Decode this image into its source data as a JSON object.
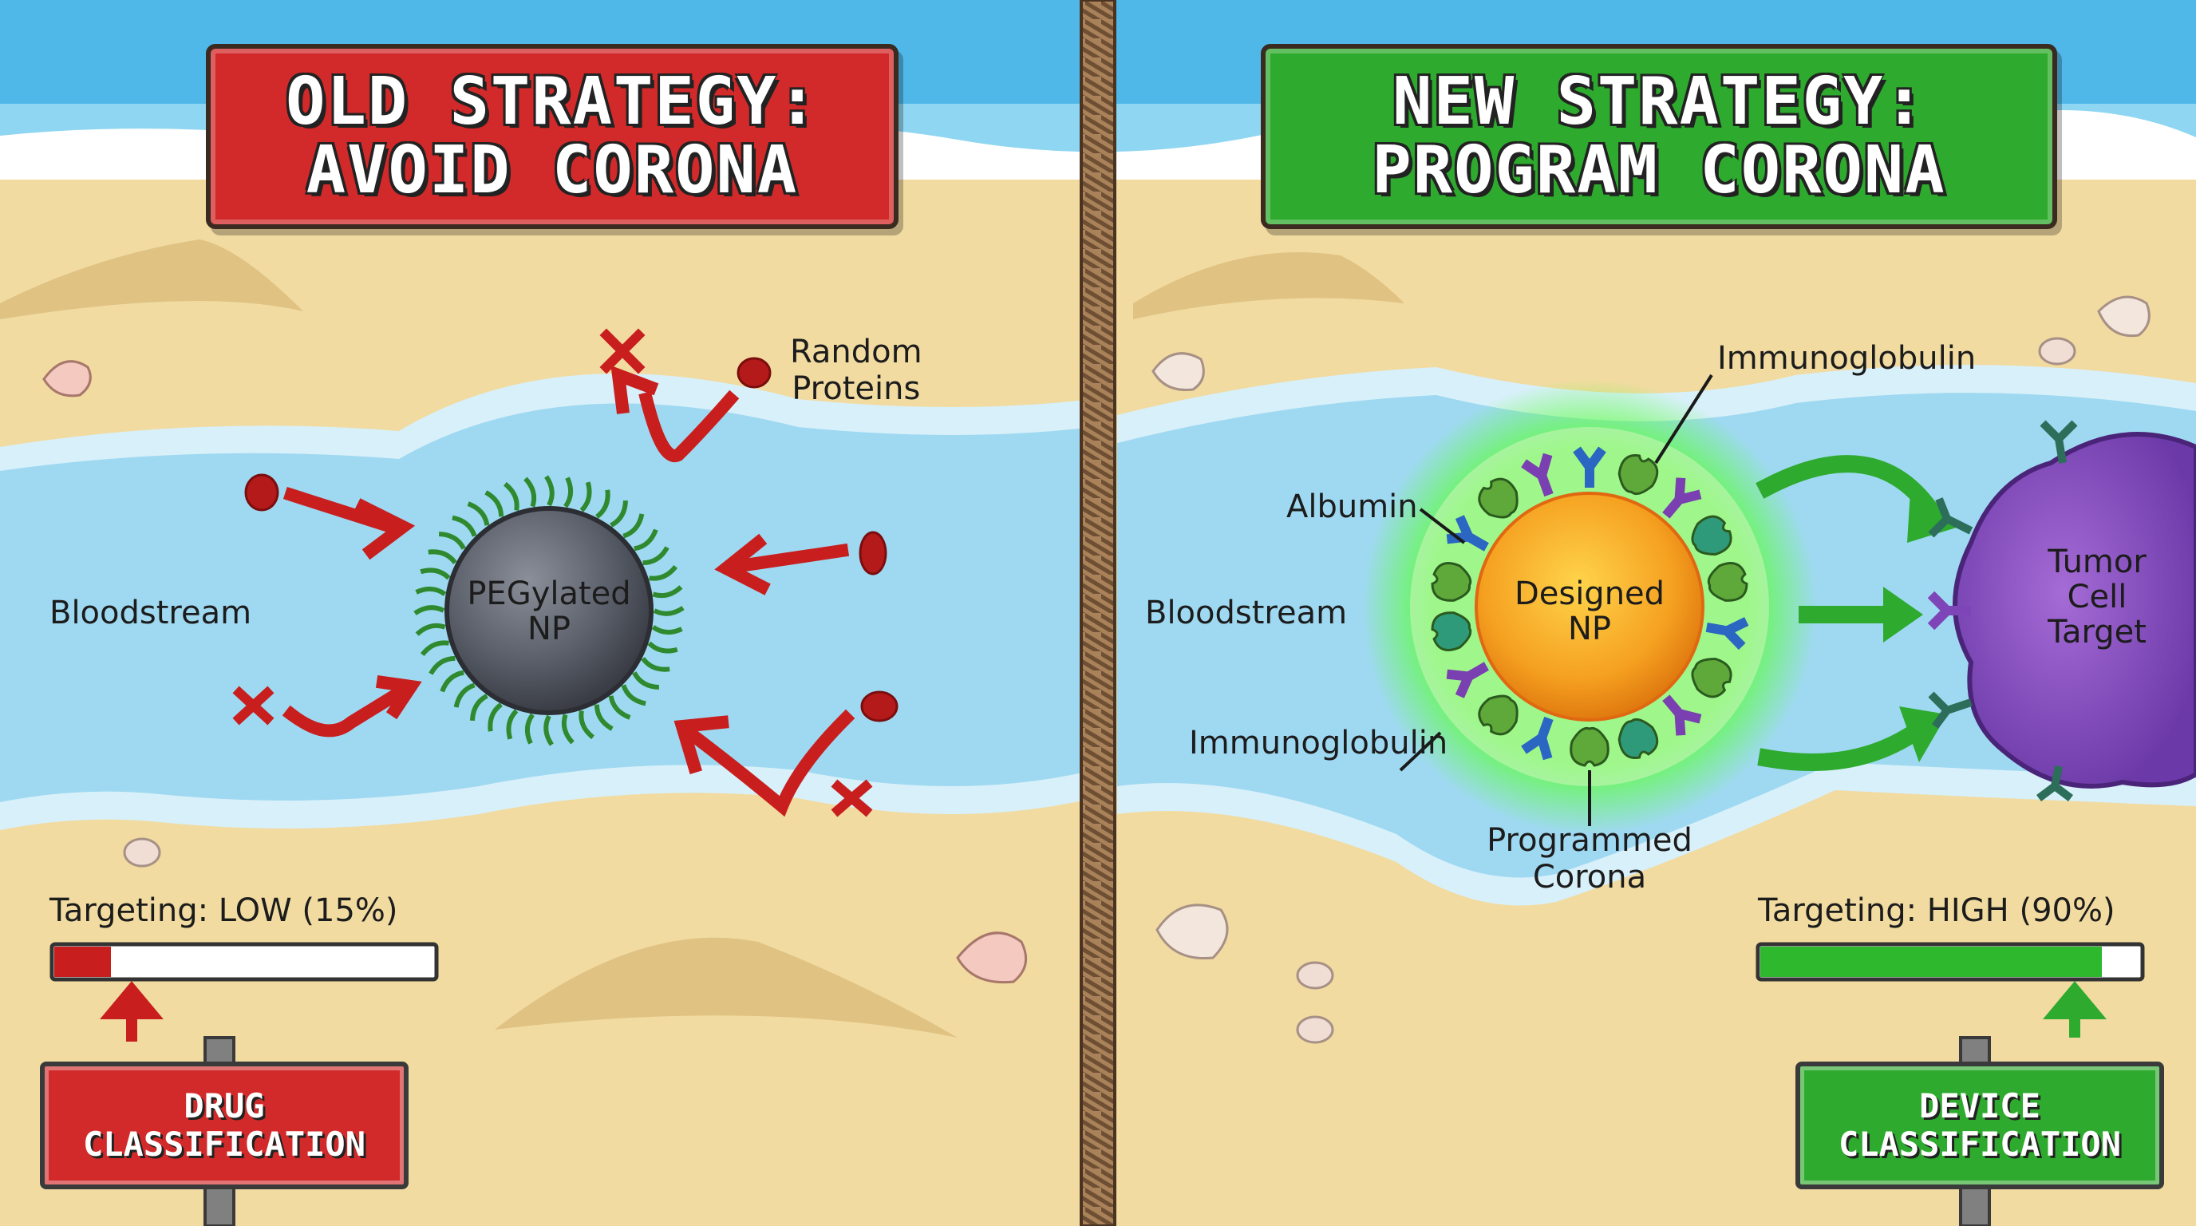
{
  "left_panel": {
    "banner": {
      "line1": "OLD STRATEGY:",
      "line2": "AVOID CORONA",
      "color": "#d22a2a"
    },
    "labels": {
      "random_proteins_line1": "Random",
      "random_proteins_line2": "Proteins",
      "bloodstream": "Bloodstream",
      "np_line1": "PEGylated",
      "np_line2": "NP"
    },
    "targeting": {
      "text": "Targeting: LOW (15%)",
      "fraction": 0.15,
      "color": "#c81e1e"
    },
    "sign": {
      "line1": "DRUG",
      "line2": "CLASSIFICATION",
      "color": "#d22a2a"
    }
  },
  "right_panel": {
    "banner": {
      "line1": "NEW STRATEGY:",
      "line2": "PROGRAM CORONA",
      "color": "#2eaa2e"
    },
    "labels": {
      "immunoglobulin_top": "Immunoglobulin",
      "albumin": "Albumin",
      "bloodstream": "Bloodstream",
      "immunoglobulin_bottom": "Immunoglobulin",
      "programmed_line1": "Programmed",
      "programmed_line2": "Corona",
      "np_line1": "Designed",
      "np_line2": "NP",
      "tumor_line1": "Tumor",
      "tumor_line2": "Cell",
      "tumor_line3": "Target"
    },
    "targeting": {
      "text": "Targeting: HIGH (90%)",
      "fraction": 0.9,
      "color": "#2eb82e"
    },
    "sign": {
      "line1": "DEVICE",
      "line2": "CLASSIFICATION",
      "color": "#2eaa2e"
    }
  }
}
